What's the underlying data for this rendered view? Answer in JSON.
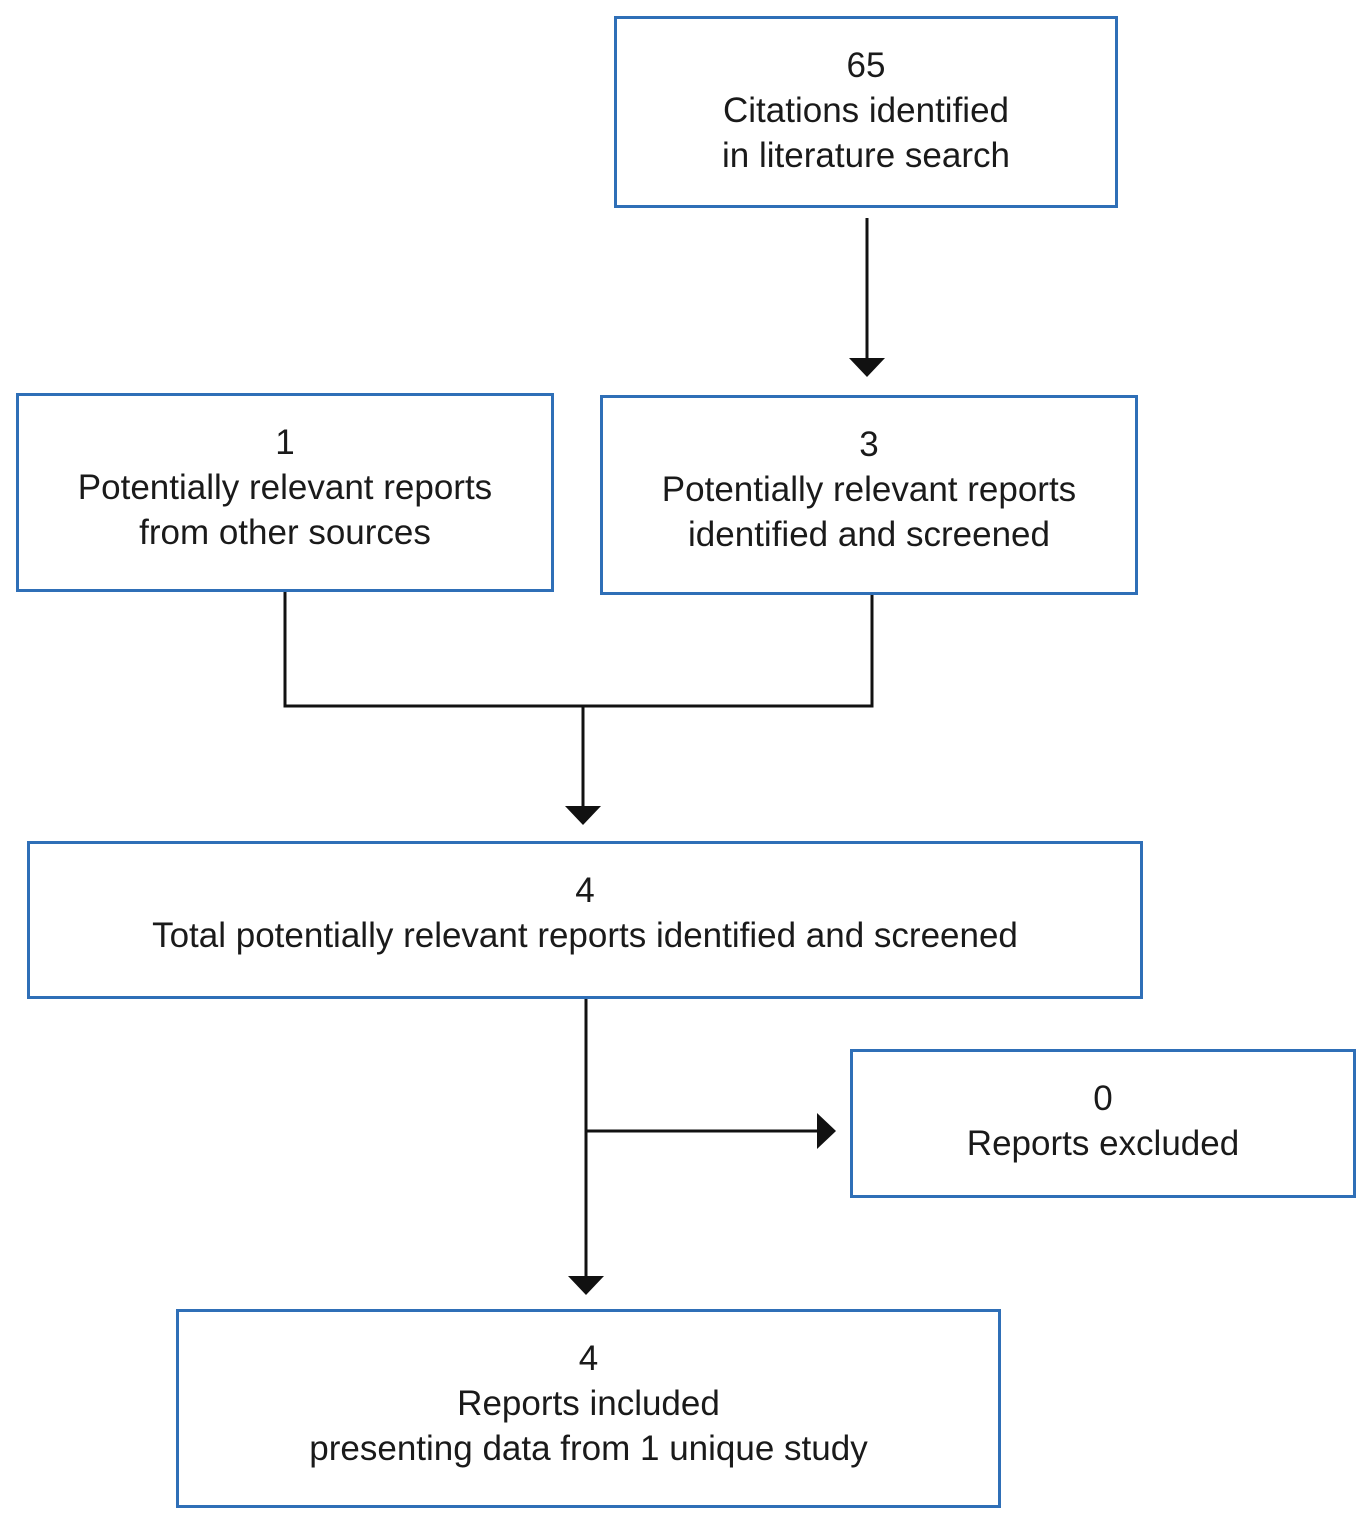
{
  "boxes": {
    "citations": {
      "count": "65",
      "line1": "Citations identified",
      "line2": "in literature search"
    },
    "other_sources": {
      "count": "1",
      "line1": "Potentially relevant reports",
      "line2": "from other sources"
    },
    "screened": {
      "count": "3",
      "line1": "Potentially relevant reports",
      "line2": "identified and screened"
    },
    "total": {
      "count": "4",
      "line1": "Total potentially relevant reports identified and screened"
    },
    "excluded": {
      "count": "0",
      "line1": "Reports excluded"
    },
    "included": {
      "count": "4",
      "line1": "Reports included",
      "line2": "presenting data from 1 unique study"
    }
  },
  "colors": {
    "box_border": "#2f6fb7",
    "connector": "#111111",
    "text": "#1a1a1a"
  }
}
